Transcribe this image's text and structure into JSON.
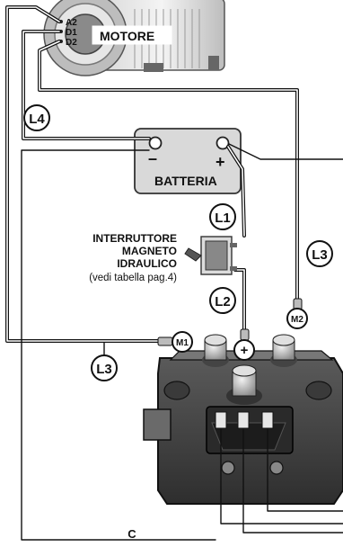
{
  "motor": {
    "label": "MOTORE",
    "terminals": [
      "A2",
      "D1",
      "D2"
    ]
  },
  "battery": {
    "label": "BATTERIA",
    "negative": "–",
    "positive": "+"
  },
  "switch": {
    "line1": "INTERRUTTORE",
    "line2": "MAGNETO",
    "line3": "IDRAULICO",
    "note": "(vedi tabella pag.4)"
  },
  "cables": {
    "l1": "L1",
    "l2": "L2",
    "l3_right": "L3",
    "l3_left": "L3",
    "l4": "L4"
  },
  "terminals": {
    "m1": "M1",
    "m2": "M2",
    "plus": "+"
  },
  "solenoid_label": "C"
}
